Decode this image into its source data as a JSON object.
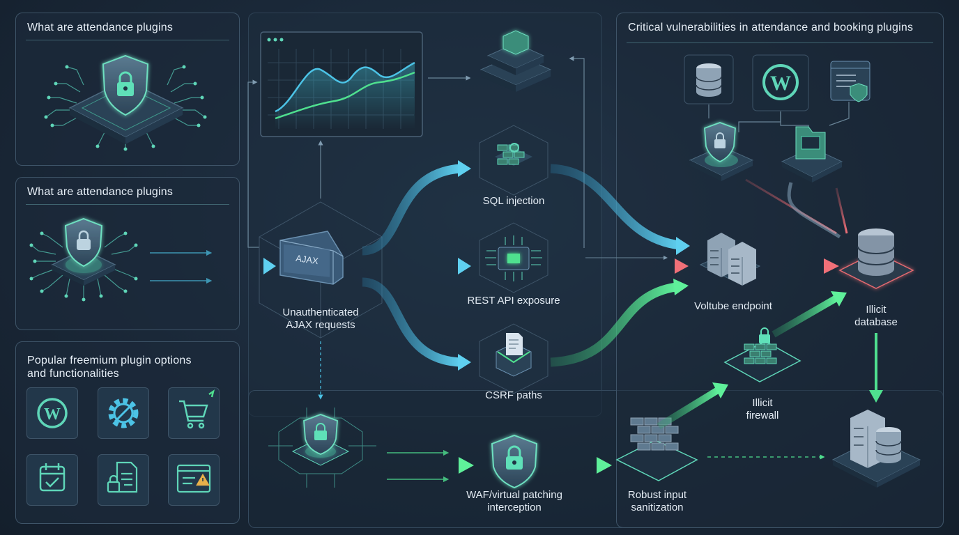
{
  "panels": {
    "attendance_top_title": "What are attendance plugins",
    "attendance_mid_title": "What are attendance plugins",
    "freemium_title_line1": "Popular freemium plugin options",
    "freemium_title_line2": "and functionalities",
    "vulns_title": "Critical vulnerabilities in attendance and booking plugins"
  },
  "labels": {
    "ajax_chip": "AJAX",
    "ajax_line1": "Unauthenticated",
    "ajax_line2": "AJAX requests",
    "sql": "SQL injection",
    "rest": "REST API exposure",
    "csrf": "CSRF paths",
    "endpoint": "Voltube endpoint",
    "db_line1": "Illicit",
    "db_line2": "database",
    "fw_line1": "Illicit",
    "fw_line2": "firewall",
    "waf_line1": "WAF/virtual patching",
    "waf_line2": "interception",
    "robust_line1": "Robust input",
    "robust_line2": "sanitization"
  },
  "colors": {
    "cyan": "#4cc3e6",
    "green": "#4fe08f",
    "red": "#e56a70",
    "panel_border": "#3e5468",
    "accent_teal": "#5fd6b8"
  },
  "icons": {
    "freemium_tiles": [
      "wordpress-icon",
      "gear-icon",
      "shopping-cart-icon",
      "calendar-check-icon",
      "lock-document-icon",
      "alert-window-icon"
    ]
  }
}
